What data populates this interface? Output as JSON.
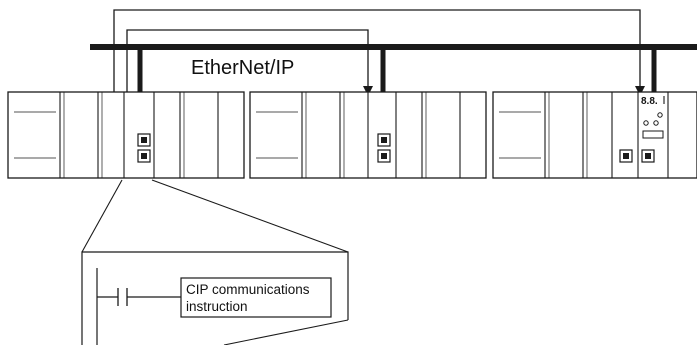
{
  "network": {
    "label": "EtherNet/IP"
  },
  "ladder_zoom": {
    "instruction_label_line1": "CIP communications",
    "instruction_label_line2": "instruction"
  },
  "status_display": {
    "segment_text": "8.8."
  },
  "colors": {
    "line": "#1a1a1a",
    "background": "#ffffff"
  },
  "icons": {
    "plc": "plc-rack-icon",
    "port": "ethernet-port-icon",
    "contact": "no-contact-icon"
  }
}
